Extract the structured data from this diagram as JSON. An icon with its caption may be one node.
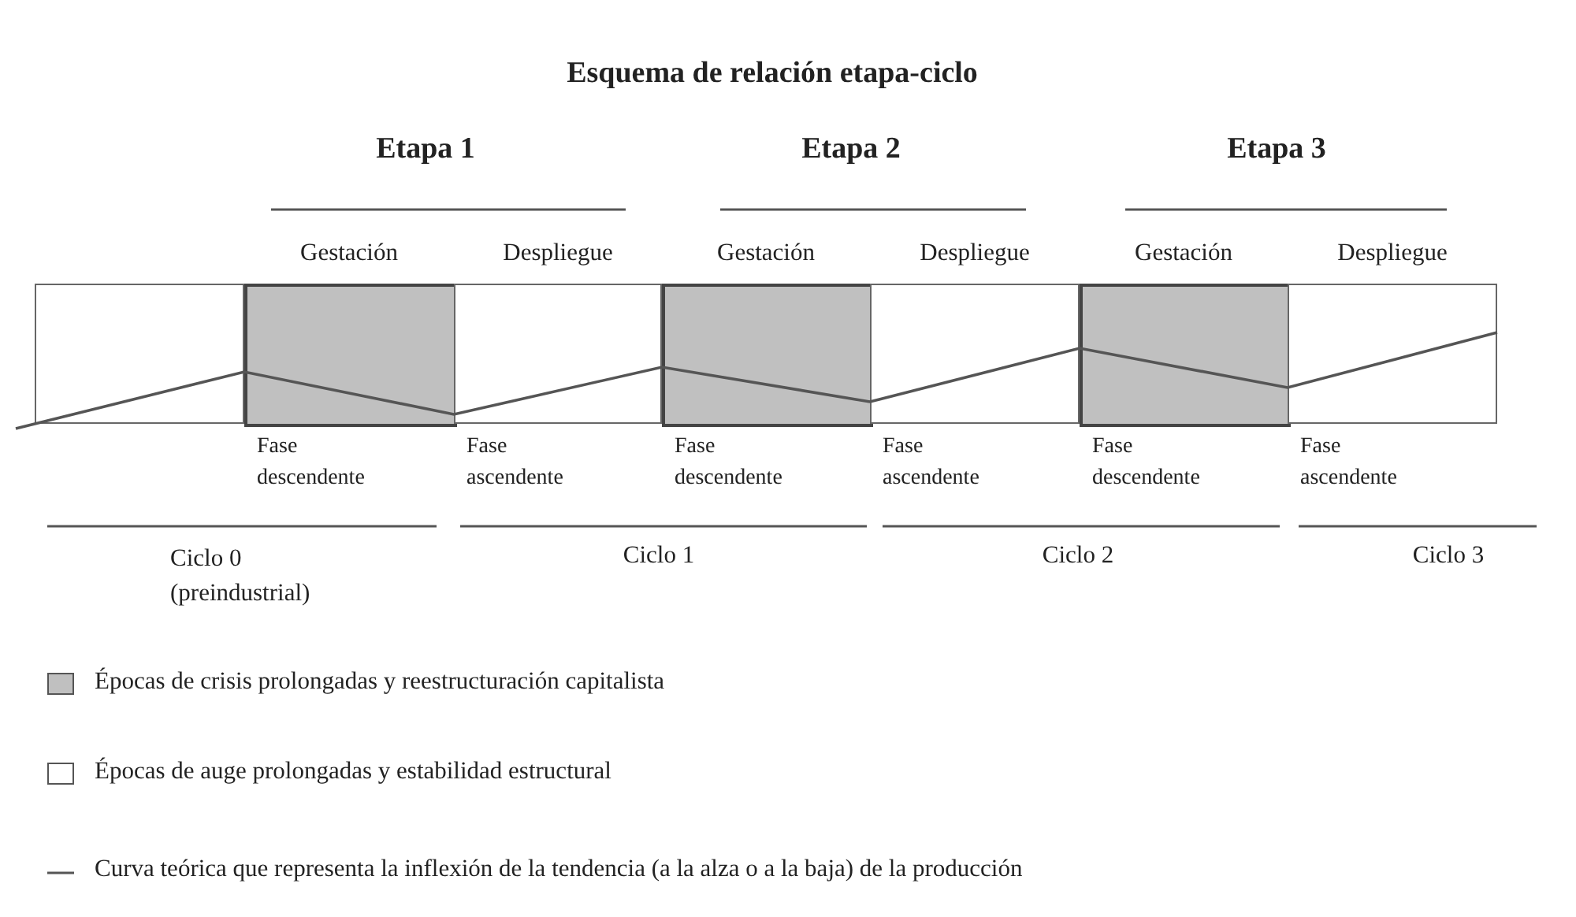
{
  "diagram": {
    "title": "Esquema de relación etapa-ciclo",
    "nodes": [
      {
        "text": [],
        "shape": "box"
      },
      {
        "text": [
          "Gestación",
          "Fase descendente"
        ]
      },
      {
        "text": [
          "Despliegue",
          "Fase ascendente"
        ]
      },
      {
        "text": [
          "Gestación",
          "Fase descendente"
        ]
      },
      {
        "text": [
          "Despliegue",
          "Fase ascendente"
        ]
      },
      {
        "text": [
          "Gestación",
          "Fase descendente"
        ]
      },
      {
        "text": [
          "Despliegue",
          "Fase ascendente"
        ]
      }
    ],
    "edges": [],
    "labels": [
      "Etapa 1",
      "Etapa 2",
      "Etapa 3",
      "Ciclo 0 (preindustrial)",
      "Ciclo 1",
      "Ciclo 2",
      "Ciclo 3"
    ],
    "legend": [
      {
        "text": "Épocas de crisis prolongadas y reestructuración capitalista",
        "color": "#c0c0c0"
      },
      {
        "text": "Épocas de auge prolongadas y estabilidad estructural",
        "color": "#ffffff"
      },
      {
        "text": "Curva teórica que representa la inflexión de la tendencia (a la alza o a la baja) de la producción"
      }
    ]
  }
}
